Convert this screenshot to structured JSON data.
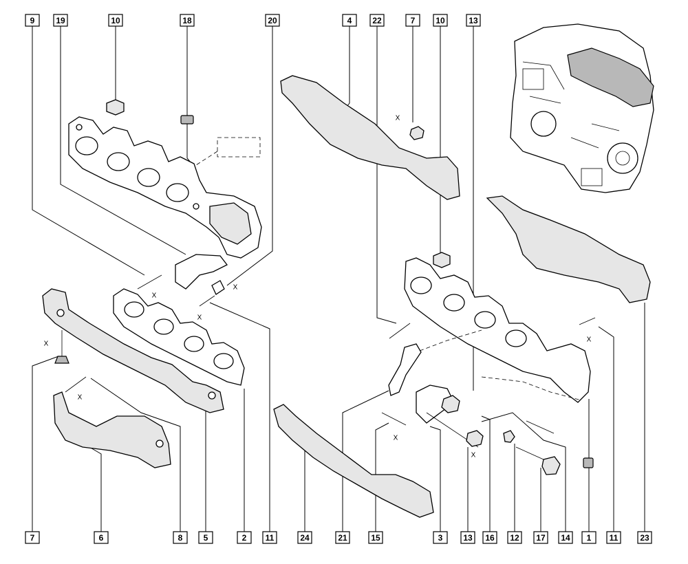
{
  "top_callouts": [
    "9",
    "19",
    "10",
    "18",
    "20",
    "4",
    "22",
    "7",
    "10",
    "13"
  ],
  "bottom_callouts": [
    "7",
    "6",
    "8",
    "5",
    "2",
    "11",
    "24",
    "21",
    "15",
    "3",
    "13",
    "16",
    "12",
    "17",
    "14",
    "1",
    "11",
    "23"
  ],
  "torque_marks": [
    "X",
    "X",
    "X",
    "X",
    "X",
    "X",
    "X",
    "X",
    "X"
  ]
}
